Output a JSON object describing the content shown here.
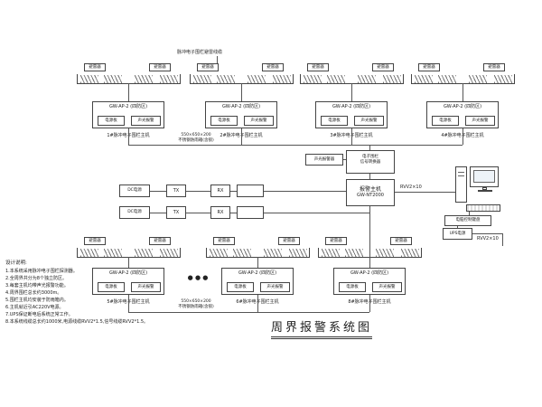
{
  "page": {
    "title": "周界报警系统图"
  },
  "top_note": "脉冲电子围栏避雷线缆",
  "fence": {
    "arrester": "避雷器"
  },
  "enclosure_note": {
    "line1": "550×650×200",
    "line2": "不锈钢防雨箱(含锁)"
  },
  "top_units": [
    {
      "title": "GW-AP-2 (四防区)",
      "power": "电源板",
      "alarm": "声光报警",
      "caption": "1#脉冲电子围栏主机"
    },
    {
      "title": "GW-AP-2 (四防区)",
      "power": "电源板",
      "alarm": "声光报警",
      "caption": "2#脉冲电子围栏主机"
    },
    {
      "title": "GW-AP-2 (四防区)",
      "power": "电源板",
      "alarm": "声光报警",
      "caption": "3#脉冲电子围栏主机"
    },
    {
      "title": "GW-AP-2 (四防区)",
      "power": "电源板",
      "alarm": "声光报警",
      "caption": "4#脉冲电子围栏主机"
    }
  ],
  "bottom_units": [
    {
      "title": "GW-AP-2 (四防区)",
      "power": "电源板",
      "alarm": "声光报警",
      "caption": "5#脉冲电子围栏主机"
    },
    {
      "title": "GW-AP-2 (四防区)",
      "power": "电源板",
      "alarm": "声光报警",
      "caption": "6#脉冲电子围栏主机"
    },
    {
      "title": "GW-AP-2 (四防区)",
      "power": "电源板",
      "alarm": "声光报警",
      "caption": "8#脉冲电子围栏主机"
    }
  ],
  "center": {
    "sounder": "声光报警器",
    "module_line1": "电子围栏",
    "module_line2": "信号转换器",
    "host_line1": "报警主机",
    "host_line2": "GW-NT2000",
    "cable1": "RVV2×10",
    "cable2": "RVV2×10"
  },
  "left_chain": {
    "dc1": "DC电源",
    "dc2": "DC电源",
    "tx1": "TX",
    "tx2": "TX",
    "rx1": "RX",
    "rx2": "RX"
  },
  "right_col": {
    "keyboard": "电脑控制键盘",
    "ups": "UPS电源"
  },
  "ellipsis": "● ● ●",
  "notes": {
    "heading": "设计说明:",
    "items": [
      "1.本系统采用脉冲电子围栏探测器。",
      "2.全周界共分为8个独立防区。",
      "3.每套主机均带声光报警功能。",
      "4.周界围栏总长约3000m。",
      "5.围栏主机均安装于防雨箱内。",
      "6.主机就近引AC220V电源。",
      "7.UPS保证断电后系统正常工作。",
      "8.本系统线缆总长约1000米,电源线缆RVV2*1.5,信号线缆RVV2*1.5。"
    ]
  }
}
